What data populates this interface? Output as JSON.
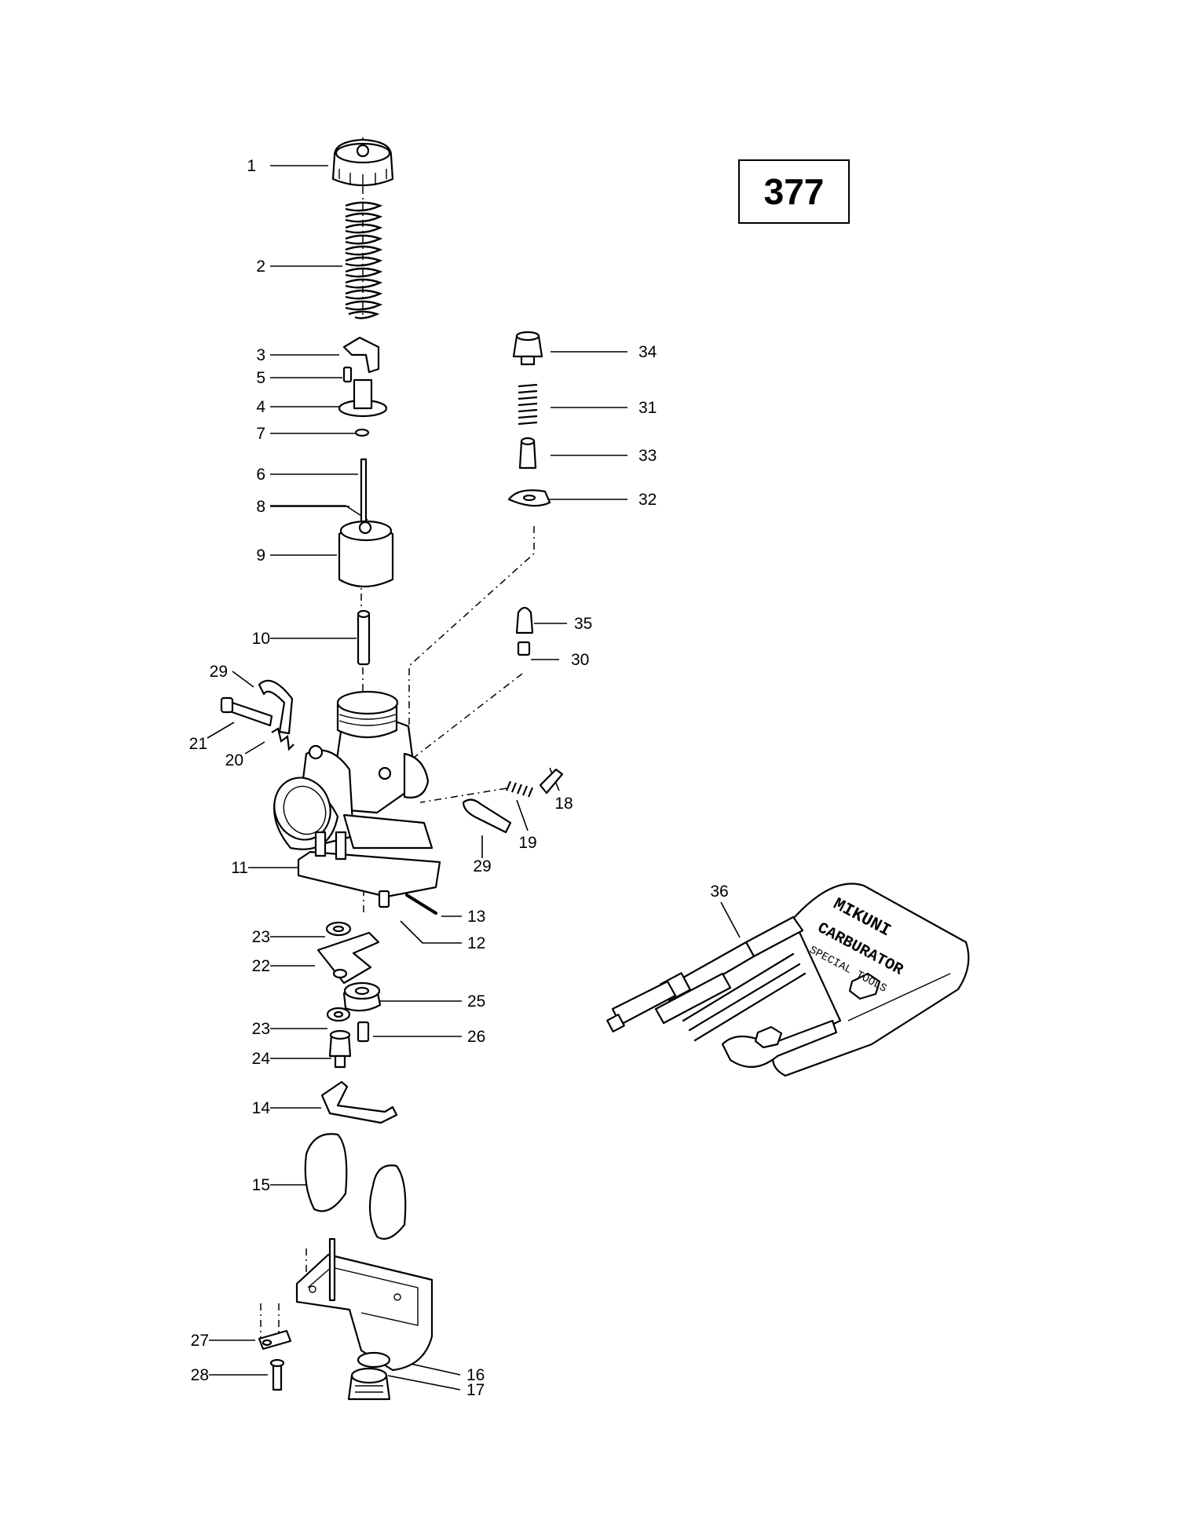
{
  "reference_number": "377",
  "tool_kit_print": {
    "brand": "MIKUNI",
    "line1": "CARBURATOR",
    "line2": "SPECIAL TOOLS"
  },
  "callouts": [
    {
      "id": "c1",
      "label": "1"
    },
    {
      "id": "c2",
      "label": "2"
    },
    {
      "id": "c3",
      "label": "3"
    },
    {
      "id": "c5",
      "label": "5"
    },
    {
      "id": "c4",
      "label": "4"
    },
    {
      "id": "c7",
      "label": "7"
    },
    {
      "id": "c6",
      "label": "6"
    },
    {
      "id": "c8",
      "label": "8"
    },
    {
      "id": "c9",
      "label": "9"
    },
    {
      "id": "c10",
      "label": "10"
    },
    {
      "id": "c29a",
      "label": "29"
    },
    {
      "id": "c21",
      "label": "21"
    },
    {
      "id": "c20",
      "label": "20"
    },
    {
      "id": "c11",
      "label": "11"
    },
    {
      "id": "c23a",
      "label": "23"
    },
    {
      "id": "c22",
      "label": "22"
    },
    {
      "id": "c23b",
      "label": "23"
    },
    {
      "id": "c24",
      "label": "24"
    },
    {
      "id": "c14",
      "label": "14"
    },
    {
      "id": "c15",
      "label": "15"
    },
    {
      "id": "c27",
      "label": "27"
    },
    {
      "id": "c28",
      "label": "28"
    },
    {
      "id": "c34",
      "label": "34"
    },
    {
      "id": "c31",
      "label": "31"
    },
    {
      "id": "c33",
      "label": "33"
    },
    {
      "id": "c32",
      "label": "32"
    },
    {
      "id": "c35",
      "label": "35"
    },
    {
      "id": "c30",
      "label": "30"
    },
    {
      "id": "c19",
      "label": "19"
    },
    {
      "id": "c18",
      "label": "18"
    },
    {
      "id": "c29b",
      "label": "29"
    },
    {
      "id": "c13",
      "label": "13"
    },
    {
      "id": "c12",
      "label": "12"
    },
    {
      "id": "c25",
      "label": "25"
    },
    {
      "id": "c26",
      "label": "26"
    },
    {
      "id": "c16",
      "label": "16"
    },
    {
      "id": "c17",
      "label": "17"
    },
    {
      "id": "c36",
      "label": "36"
    }
  ]
}
